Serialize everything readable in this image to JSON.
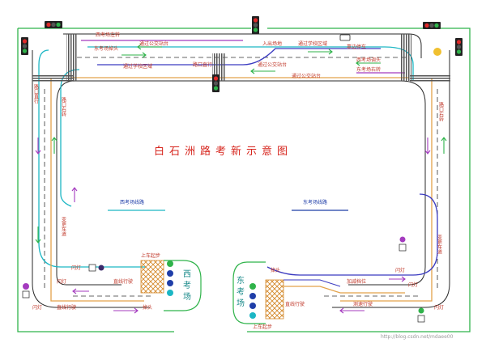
{
  "diagram": {
    "title": "白石洲路考新示意图",
    "west_route_label": "西考场线路",
    "east_route_label": "东考场线路",
    "west_field": [
      "西",
      "考",
      "场"
    ],
    "east_field": [
      "东",
      "考",
      "场"
    ],
    "watermark": "http://blog.csdn.net/mdaee00",
    "labels": {
      "top_left_turn": "西考场左转",
      "top_u_turn": "东考场掉头",
      "pass_bus_top": "通过公交站台",
      "pass_school_a": "通过学校区域",
      "road_crossing": "路口直行",
      "pass_bus_mid": "通过公交站台",
      "pass_school_top": "通过学校区域",
      "pass_bus_right": "通过公交站台",
      "enter_exit": "入出场地",
      "pull_over": "靠边停车",
      "east_u_turn": "西考场调头",
      "east_right_turn": "东考场右转",
      "left_straight": "路口直行",
      "left_right_turn": "路口右转",
      "left_change_lane": "变更车道",
      "right_right_turn": "路口右转",
      "right_change_lane": "变更车道",
      "west_start": "上车起步",
      "west_straight": "直线行驶",
      "west_uturn": "掉头",
      "west_straight2": "直线行驶",
      "west_flash1": "闪灯",
      "west_flash2": "闪灯",
      "west_flash3": "闪灯",
      "east_start": "上车起步",
      "east_turnback": "掉头",
      "east_accel": "加减档位",
      "east_straight": "直线行驶",
      "east_straight2": "测速行驶",
      "east_flash1": "闪灯",
      "east_flash2": "闪灯",
      "east_flash3": "闪灯"
    }
  }
}
